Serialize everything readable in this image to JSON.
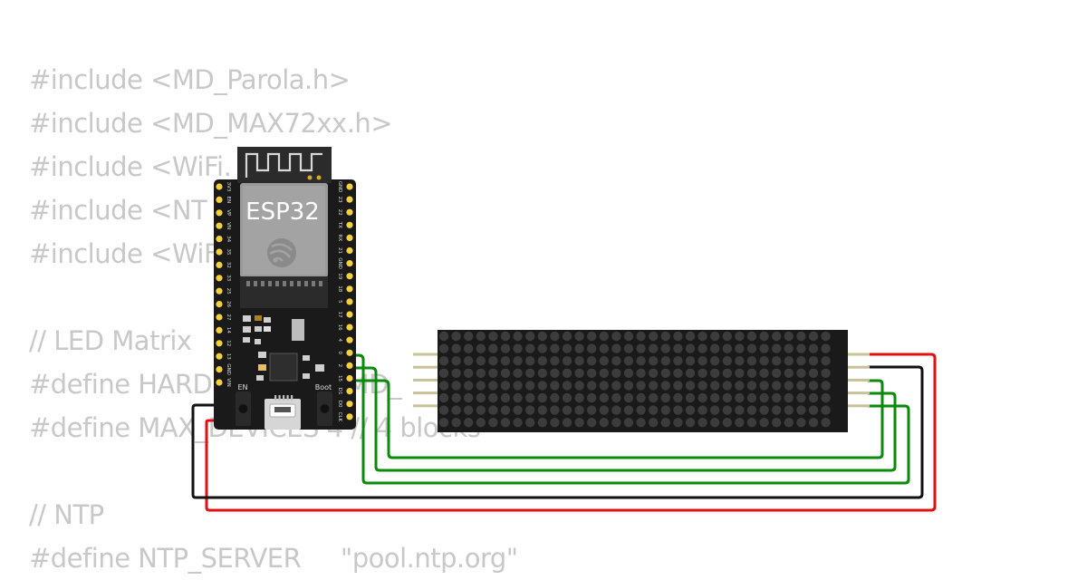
{
  "code_lines": [
    "#include <MD_Parola.h>",
    "#include <MD_MAX72xx.h>",
    "#include <WiFi.",
    "#include <NT",
    "#include <WiF",
    "",
    "// LED Matrix",
    "#define HARD                 MD_",
    "#define MAX_DEVICES 4 // 4 blocks",
    "",
    "// NTP",
    "#define NTP_SERVER     \"pool.ntp.org\""
  ],
  "board": {
    "name": "ESP32",
    "en_label": "EN",
    "boot_label": "Boot",
    "left_pins": [
      "3V3",
      "EN",
      "VP",
      "VN",
      "34",
      "35",
      "32",
      "33",
      "25",
      "26",
      "27",
      "14",
      "12",
      "13",
      "GND",
      "VIN"
    ],
    "right_pins": [
      "GND",
      "23",
      "22",
      "TX",
      "RX",
      "21",
      "GND",
      "19",
      "18",
      "5",
      "17",
      "16",
      "4",
      "0",
      "2",
      "15",
      "D1",
      "D0",
      "CLK"
    ]
  },
  "colors": {
    "board": "#1a1a1a",
    "pin": "#f2d23c",
    "wire_red": "#e01010",
    "wire_black": "#111111",
    "wire_green": "#0a8a0a",
    "led_off": "#3c3c3c",
    "header": "#c8c29a"
  },
  "matrix": {
    "blocks": 4,
    "rows": 8,
    "cols_per_block": 8
  }
}
